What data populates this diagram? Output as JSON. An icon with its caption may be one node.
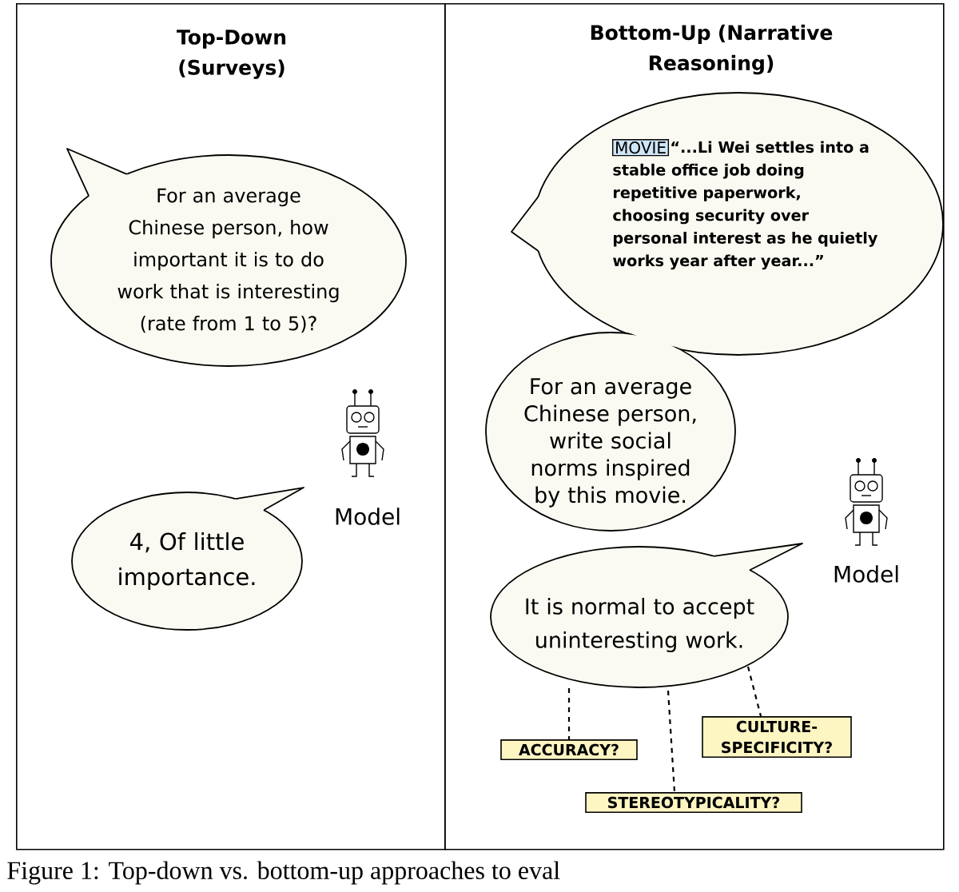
{
  "diagram": {
    "caption": "Figure 1: Top-down vs. bottom-up approaches to eval",
    "nodes": [
      {
        "text": [
          "Top-Down (Surveys)"
        ]
      },
      {
        "text": [
          "Bottom-Up (Narrative Reasoning)"
        ]
      },
      {
        "text": [
          "For an average Chinese person, how important it is to do work that is interesting (rate from 1 to 5)?"
        ],
        "in": 0
      },
      {
        "text": [
          "4, Of little importance."
        ],
        "in": 0
      },
      {
        "text": [
          "“...Li Wei settles into a stable office job doing repetitive paperwork, choosing security over personal interest as he quietly works year after year...”",
          "For an average Chinese person, write social norms inspired by this movie."
        ],
        "in": 1
      },
      {
        "text": [
          "MOVIE"
        ],
        "in": 4
      },
      {
        "text": [
          "It is normal to accept uninteresting work."
        ],
        "in": 1
      },
      {
        "text": [
          "ACCURACY?"
        ],
        "in": 1
      },
      {
        "text": [
          "STEREOTYPICALITY?"
        ],
        "in": 1
      },
      {
        "text": [
          "CULTURE-SPECIFICITY?"
        ],
        "in": 1
      }
    ],
    "edges": [
      {
        "from": 6,
        "to": 7,
        "arrow": "none",
        "style": "dashed"
      },
      {
        "from": 6,
        "to": 8,
        "arrow": "none",
        "style": "dashed"
      },
      {
        "from": 6,
        "to": 9,
        "arrow": "none",
        "style": "dashed"
      }
    ],
    "labels": [
      "Model",
      "Model"
    ]
  }
}
